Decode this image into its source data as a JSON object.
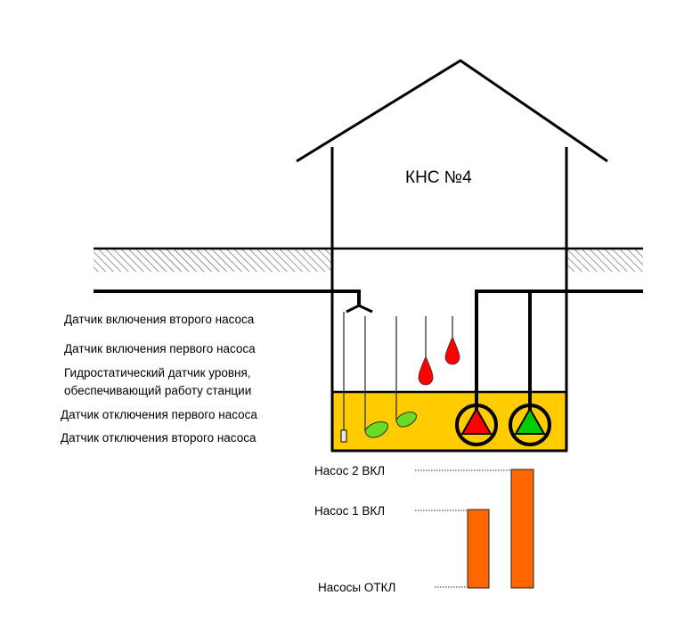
{
  "station": {
    "title": "КНС №4"
  },
  "sensor_labels": [
    "Датчик включения второго насоса",
    "Датчик включения первого насоса",
    "Гидростатический датчик уровня,",
    "обеспечивающий работу станции",
    "Датчик отключения первого насоса",
    "Датчик отключения второго насоса"
  ],
  "levels": {
    "pump2_on": "Насос 2 ВКЛ",
    "pump1_on": "Насос 1 ВКЛ",
    "pumps_off": "Насосы ОТКЛ"
  },
  "colors": {
    "water": "#FFCC00",
    "pump_active": "#FF0000",
    "pump_idle": "#00CC00",
    "sensor_on": "#FF0000",
    "sensor_off": "#66DD22",
    "level_bar": "#FF6600"
  },
  "pumps": [
    {
      "name": "pump-1",
      "state": "active",
      "color_key": "pump_active"
    },
    {
      "name": "pump-2",
      "state": "idle",
      "color_key": "pump_idle"
    }
  ]
}
